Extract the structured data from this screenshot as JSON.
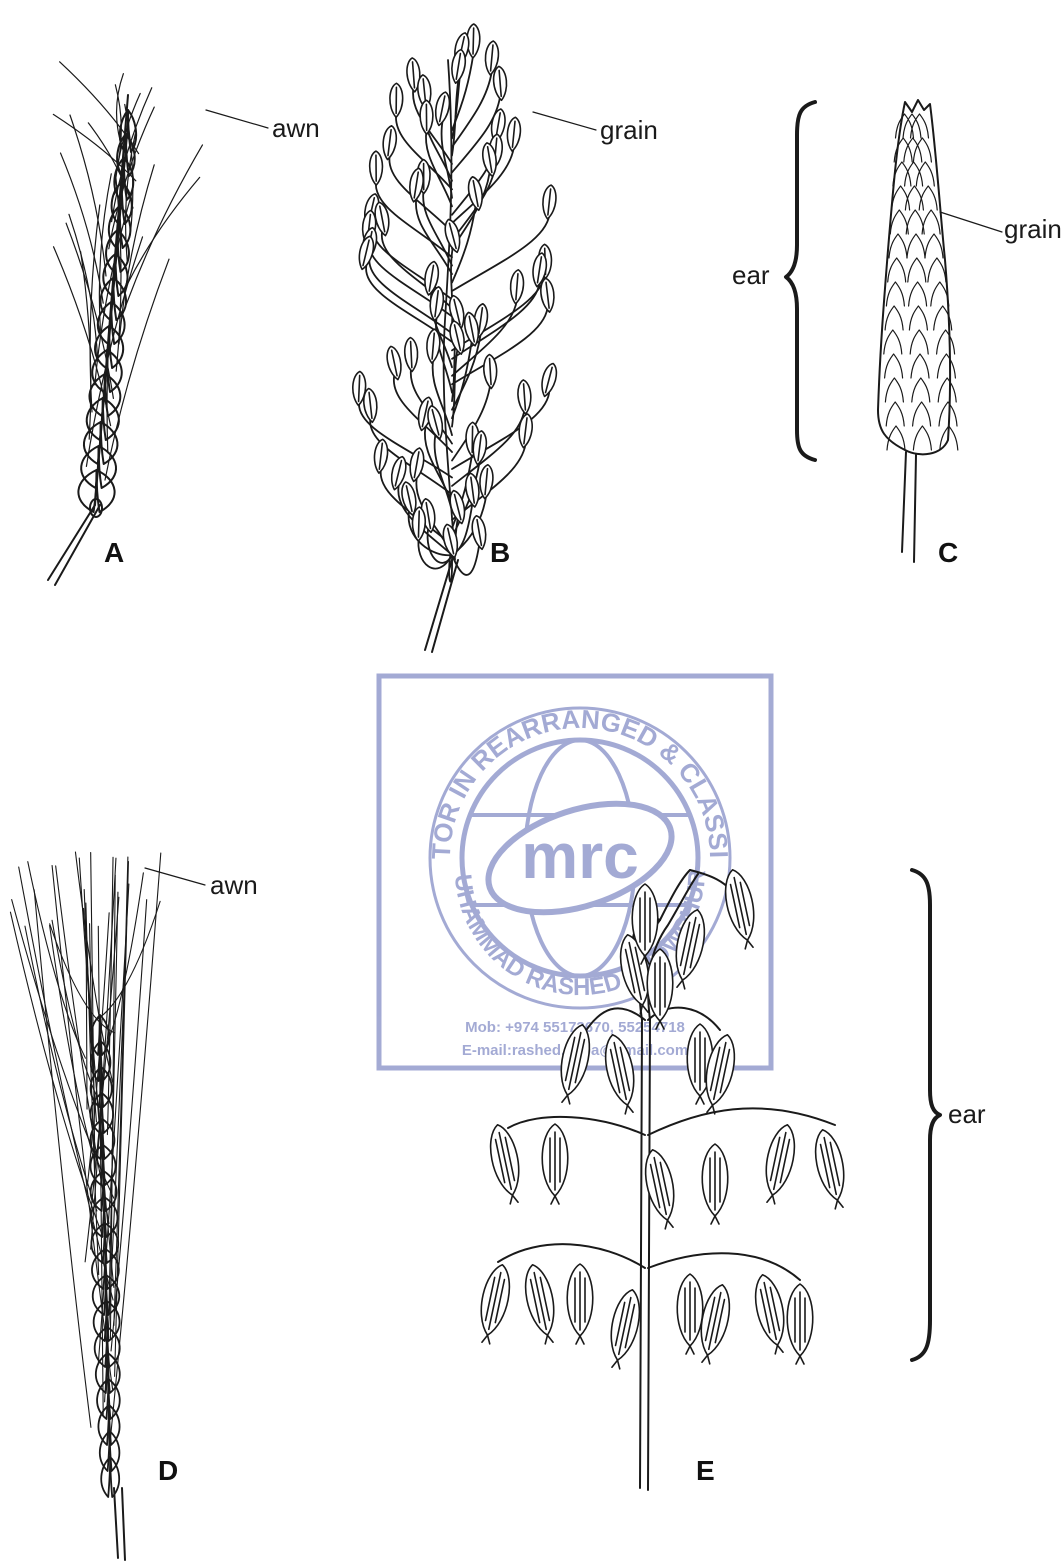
{
  "figures": [
    {
      "id": "A",
      "caption": "A",
      "labels": [
        "awn"
      ]
    },
    {
      "id": "B",
      "caption": "B",
      "labels": [
        "grain"
      ]
    },
    {
      "id": "C",
      "caption": "C",
      "labels": [
        "ear",
        "grain"
      ]
    },
    {
      "id": "D",
      "caption": "D",
      "labels": [
        "awn"
      ]
    },
    {
      "id": "E",
      "caption": "E",
      "labels": [
        "ear"
      ]
    }
  ],
  "watermark": {
    "ring_text": "MENTOR IN REARRANGED & CLASSIFIED",
    "ring_text_bottom": "MUHAMMAD RASHED CHOWDHURY",
    "logo_text": "mrc",
    "mobile": "Mob:  +974 55173670, 55254718",
    "email": "E-mail:rashed.saba@gmail.com",
    "color": "#9fa6d2"
  },
  "colors": {
    "ink": "#1a1a1a",
    "background": "#ffffff"
  }
}
